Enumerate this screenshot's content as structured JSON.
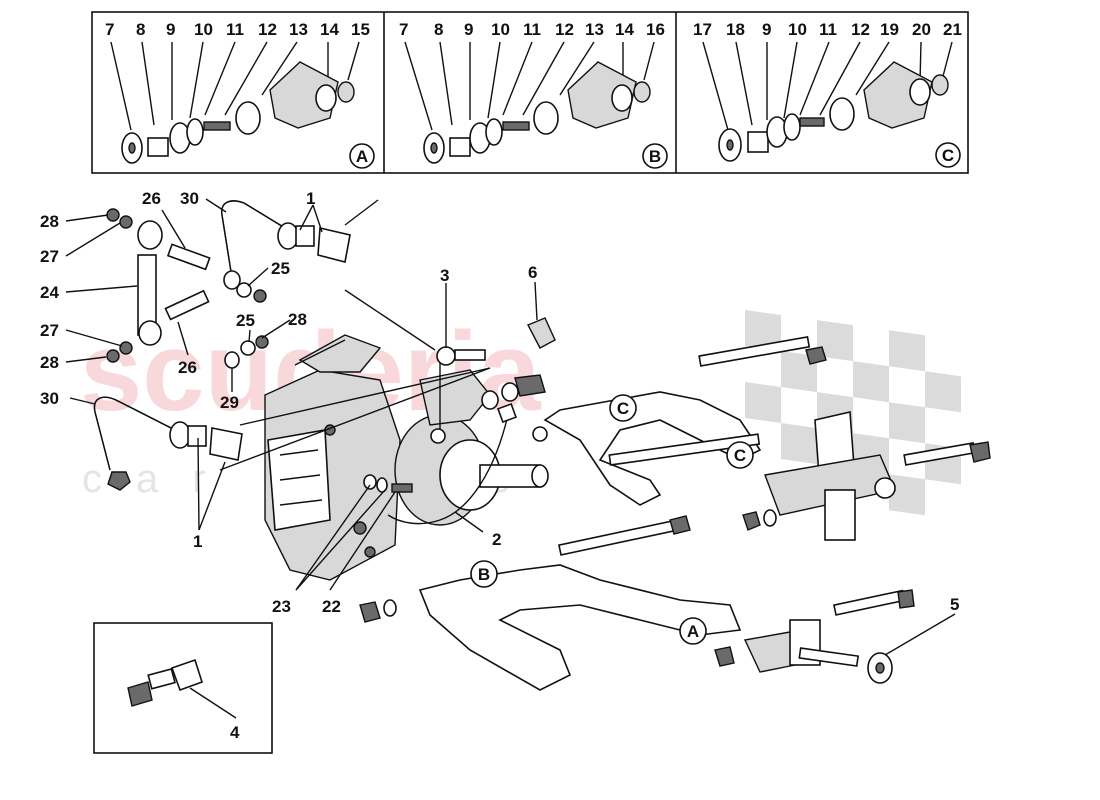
{
  "watermark": {
    "brand": "scuderia",
    "sub": "car parts"
  },
  "panels": [
    {
      "id": "A",
      "numbers": [
        "7",
        "8",
        "9",
        "10",
        "11",
        "12",
        "13",
        "14",
        "15"
      ]
    },
    {
      "id": "B",
      "numbers": [
        "7",
        "8",
        "9",
        "10",
        "11",
        "12",
        "13",
        "14",
        "16"
      ]
    },
    {
      "id": "C",
      "numbers": [
        "17",
        "18",
        "9",
        "10",
        "11",
        "12",
        "19",
        "20",
        "21"
      ]
    }
  ],
  "detail_panel": {
    "label": "4"
  },
  "callouts": [
    "28",
    "27",
    "24",
    "27",
    "28",
    "26",
    "30",
    "26",
    "1",
    "25",
    "28",
    "25",
    "29",
    "30",
    "1",
    "3",
    "6",
    "2",
    "23",
    "22",
    "5"
  ],
  "ref_badges": [
    "C",
    "C",
    "B",
    "A"
  ]
}
